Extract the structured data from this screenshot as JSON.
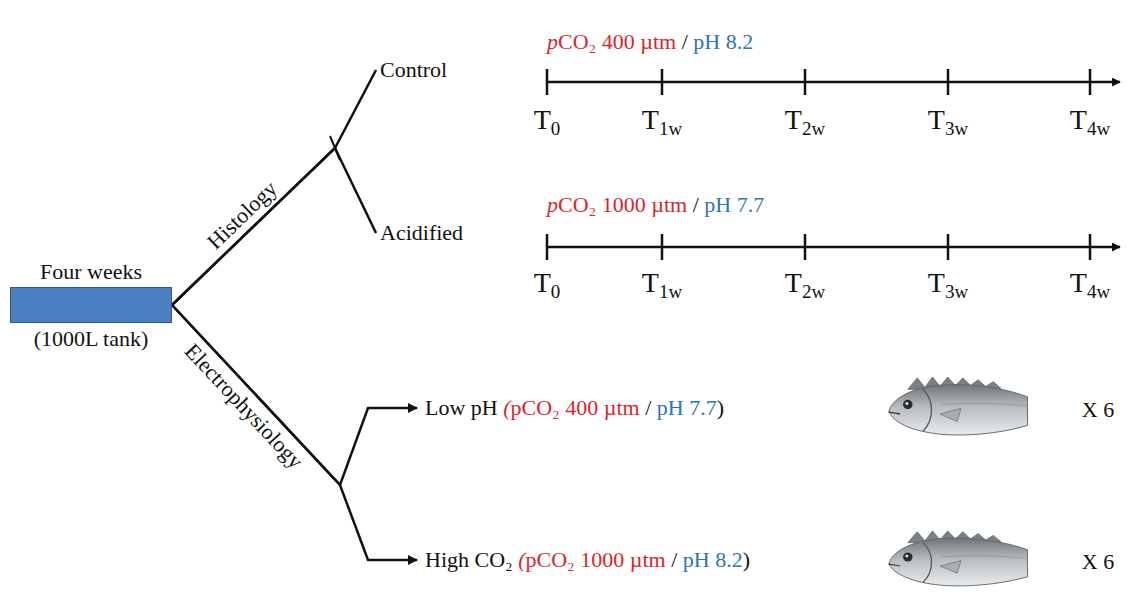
{
  "diagram": {
    "nodes": [
      {
        "text": [
          "Four weeks",
          "(1000L tank)"
        ]
      },
      {
        "text": [
          "Control"
        ]
      },
      {
        "text": [
          "Acidified"
        ]
      },
      {
        "text": [
          "Low pH (pCO₂ 400 µtm / pH 7.7)"
        ]
      },
      {
        "text": [
          "High CO₂ (pCO₂ 1000 µtm / pH 8.2)"
        ]
      }
    ],
    "edges": [
      {
        "from": 0,
        "to": 1,
        "arrow": "none",
        "label": "Histology"
      },
      {
        "from": 0,
        "to": 2,
        "arrow": "none"
      },
      {
        "from": 0,
        "to": 3,
        "arrow": "to",
        "label": "Electrophysiology"
      },
      {
        "from": 0,
        "to": 4,
        "arrow": "to"
      }
    ],
    "labels": [
      "pCO₂ 400 µtm / pH 8.2",
      "T0",
      "T1w",
      "T2w",
      "T3w",
      "T4w",
      "pCO₂ 1000 µtm / pH 7.7",
      "T0",
      "T1w",
      "T2w",
      "T3w",
      "T4w",
      "X 6",
      "X 6"
    ]
  }
}
